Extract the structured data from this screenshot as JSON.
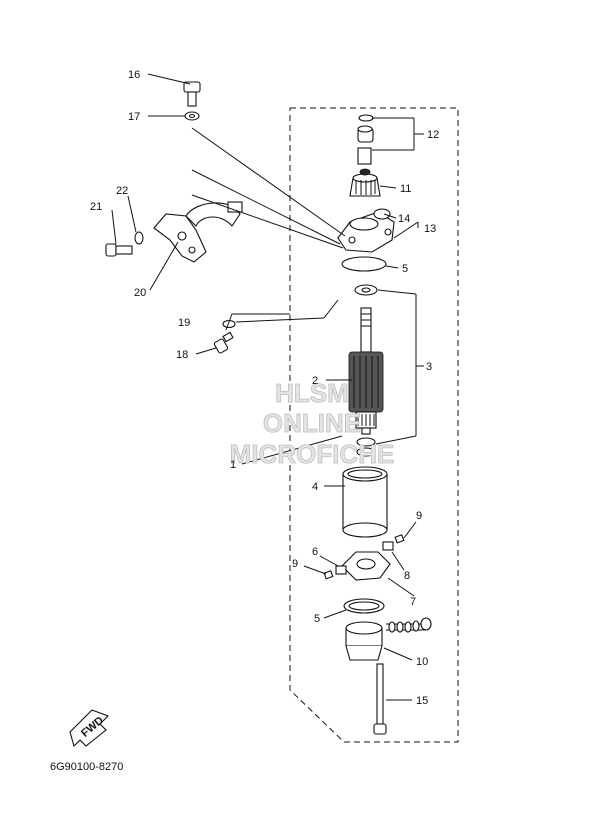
{
  "callouts": {
    "c1": "1",
    "c2": "2",
    "c3": "3",
    "c4": "4",
    "c5a": "5",
    "c5b": "5",
    "c6": "6",
    "c7": "7",
    "c8": "8",
    "c9a": "9",
    "c9b": "9",
    "c10": "10",
    "c11": "11",
    "c12": "12",
    "c13": "13",
    "c14": "14",
    "c15": "15",
    "c16": "16",
    "c17": "17",
    "c18": "18",
    "c19": "19",
    "c20": "20",
    "c21": "21",
    "c22": "22"
  },
  "watermark": {
    "line1": "HLSM",
    "line2": "ONLINE",
    "line3": "MICROFICHE"
  },
  "fwd_label": "FWD",
  "drawing_number": "6G90100-8270"
}
